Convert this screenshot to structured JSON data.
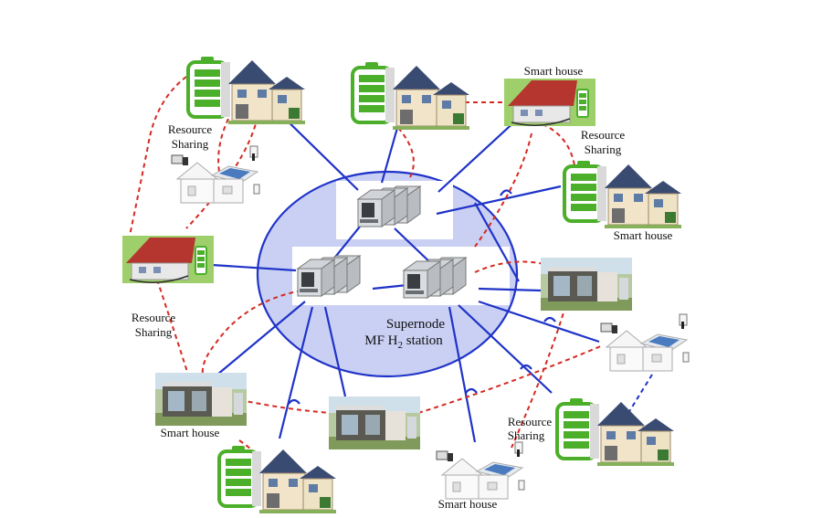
{
  "supernode": {
    "line1": "Supernode",
    "line2_prefix": "MF H",
    "line2_sub": "2",
    "line2_suffix": " station"
  },
  "labels": {
    "smart_house_top": "Smart house",
    "smart_house_right": "Smart house",
    "smart_house_left_bottom": "Smart house",
    "smart_house_bottom": "Smart house",
    "resource_sharing_top_left_1": "Resource",
    "resource_sharing_top_left_2": "Sharing",
    "resource_sharing_top_right_1": "Resource",
    "resource_sharing_top_right_2": "Sharing",
    "resource_sharing_left_1": "Resource",
    "resource_sharing_left_2": "Sharing",
    "resource_sharing_bottom_right_1": "Resource",
    "resource_sharing_bottom_right_2": "Sharing"
  },
  "colors": {
    "ellipse_fill": "#c9d0f3",
    "ellipse_stroke": "#1f33c8",
    "link_solid": "#1f33c8",
    "link_dashed": "#d42a22",
    "battery": "#4caf2a",
    "roof_red": "#b5362e",
    "roof_blue": "#3a4b72"
  }
}
